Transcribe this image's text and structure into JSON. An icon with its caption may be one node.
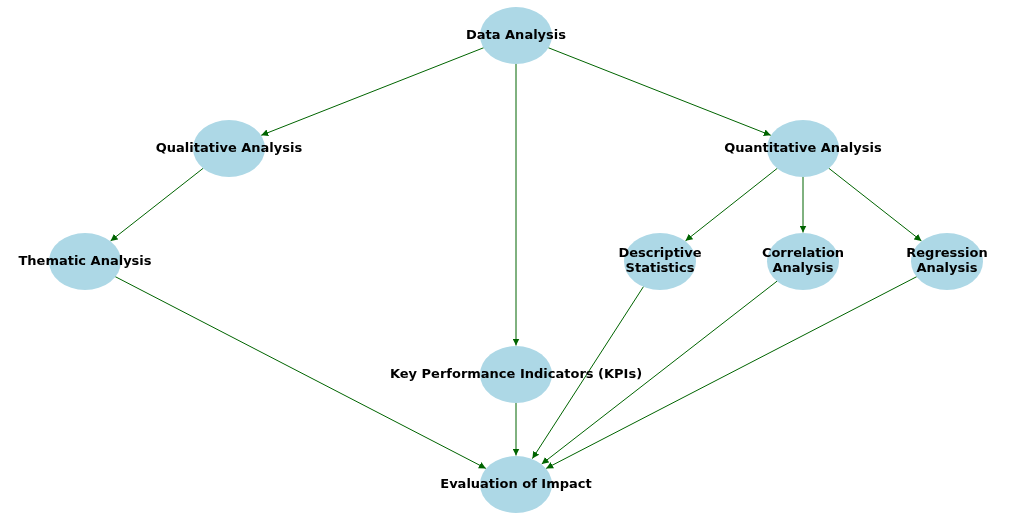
{
  "diagram": {
    "nodes": [
      {
        "text": [
          "Data Analysis"
        ]
      },
      {
        "text": [
          "Qualitative Analysis"
        ]
      },
      {
        "text": [
          "Quantitative Analysis"
        ]
      },
      {
        "text": [
          "Thematic Analysis"
        ]
      },
      {
        "text": [
          "Descriptive Statistics"
        ]
      },
      {
        "text": [
          "Correlation Analysis"
        ]
      },
      {
        "text": [
          "Regression Analysis"
        ]
      },
      {
        "text": [
          "Key Performance Indicators (KPIs)"
        ]
      },
      {
        "text": [
          "Evaluation of Impact"
        ]
      }
    ],
    "edges": [
      {
        "from": 0,
        "to": 1,
        "arrow": "to"
      },
      {
        "from": 0,
        "to": 2,
        "arrow": "to"
      },
      {
        "from": 0,
        "to": 7,
        "arrow": "to"
      },
      {
        "from": 1,
        "to": 3,
        "arrow": "to"
      },
      {
        "from": 2,
        "to": 4,
        "arrow": "to"
      },
      {
        "from": 2,
        "to": 5,
        "arrow": "to"
      },
      {
        "from": 2,
        "to": 6,
        "arrow": "to"
      },
      {
        "from": 3,
        "to": 8,
        "arrow": "to"
      },
      {
        "from": 4,
        "to": 8,
        "arrow": "to"
      },
      {
        "from": 5,
        "to": 8,
        "arrow": "to"
      },
      {
        "from": 6,
        "to": 8,
        "arrow": "to"
      },
      {
        "from": 7,
        "to": 8,
        "arrow": "to"
      }
    ]
  }
}
